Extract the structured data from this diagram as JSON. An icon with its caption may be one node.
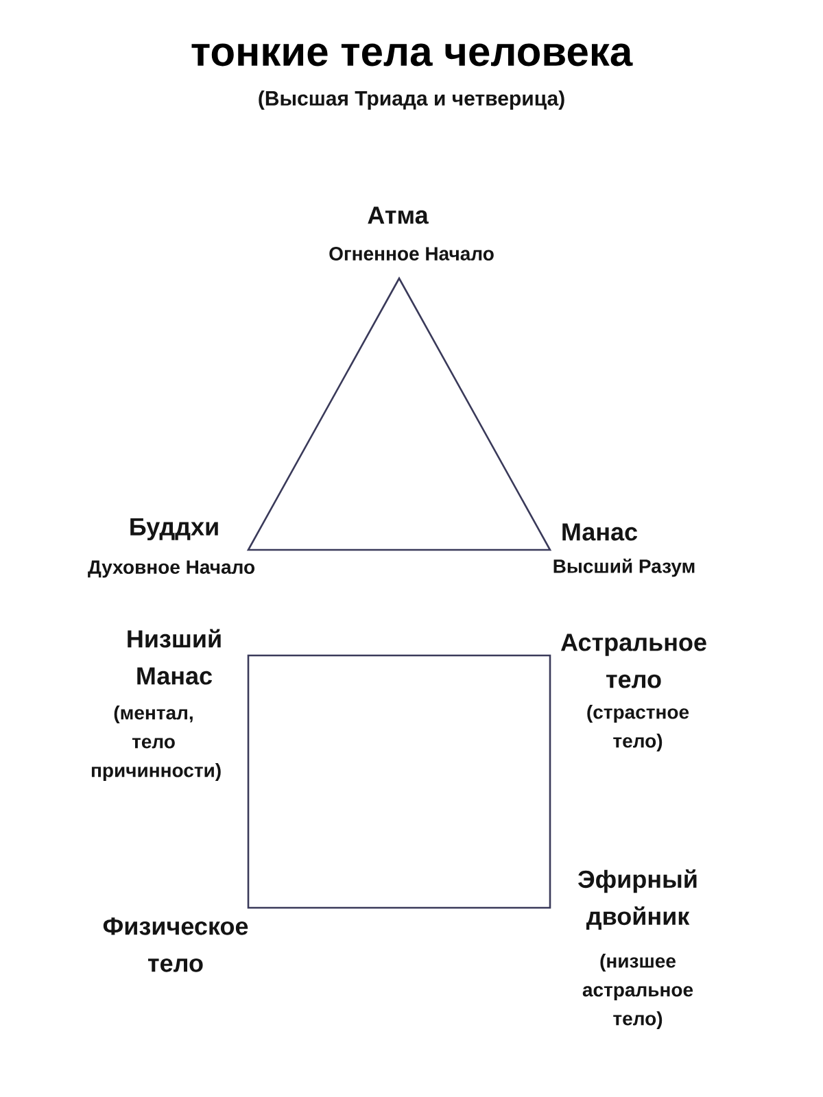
{
  "diagram": {
    "title": "тонкие тела человека",
    "nodes": [
      {
        "text": [],
        "shape": "triangle"
      },
      {
        "text": [],
        "shape": "box"
      }
    ],
    "labels": [
      "(Высшая Триада и четверица)",
      "Атма",
      "Огненное Начало",
      "Буддхи",
      "Манас",
      "Духовное Начало",
      "Высший Разум",
      "Низший Манас",
      "Астральное тело",
      "(ментал, тело причинности)",
      "(страстное тело)",
      "Эфирный двойник",
      "Физическое тело",
      "(низшее астральное тело)"
    ]
  }
}
